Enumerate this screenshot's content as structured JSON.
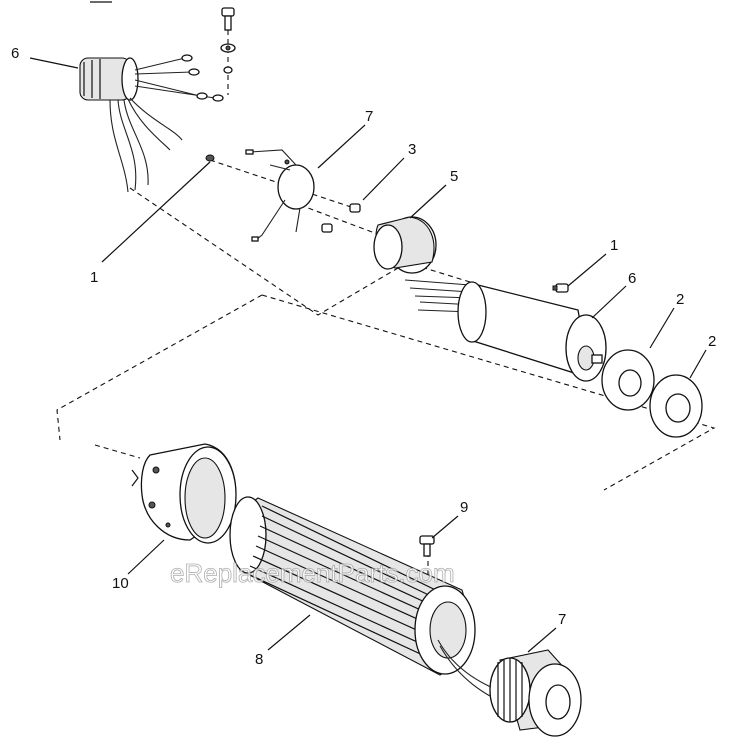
{
  "callouts": {
    "c6_top": "6",
    "c7_top": "7",
    "c3": "3",
    "c5": "5",
    "c1_left": "1",
    "c1_right": "1",
    "c6_mid": "6",
    "c2_a": "2",
    "c2_b": "2",
    "c9": "9",
    "c10": "10",
    "c8": "8",
    "c7_bottom": "7"
  },
  "watermark": "eReplacementParts.com"
}
